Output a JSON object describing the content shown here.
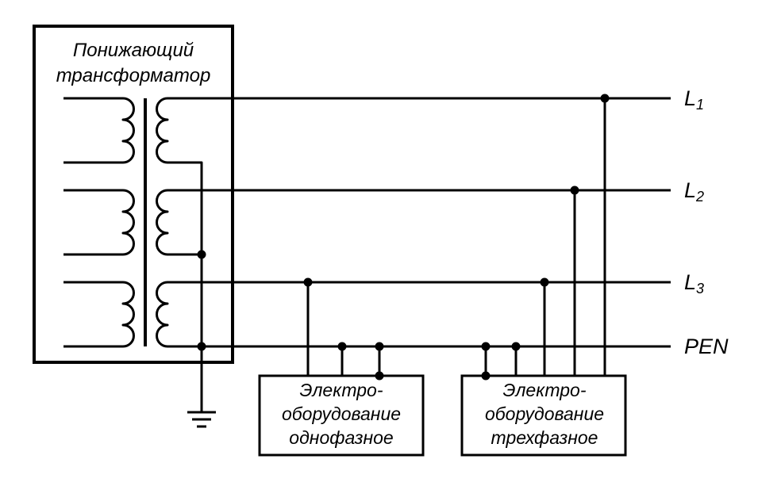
{
  "transformer": {
    "title_line1": "Понижающий",
    "title_line2": "трансформатор"
  },
  "lines": [
    {
      "base": "L",
      "sub": "1"
    },
    {
      "base": "L",
      "sub": "2"
    },
    {
      "base": "L",
      "sub": "3"
    },
    {
      "base": "PEN",
      "sub": ""
    }
  ],
  "loads": [
    {
      "line1": "Электро-",
      "line2": "оборудование",
      "line3": "однофазное"
    },
    {
      "line1": "Электро-",
      "line2": "оборудование",
      "line3": "трехфазное"
    }
  ]
}
